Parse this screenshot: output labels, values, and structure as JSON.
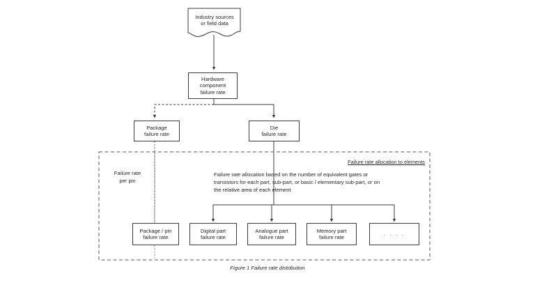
{
  "diagram": {
    "caption": "Figure 1 Failure rate distribution",
    "group_label": "Failure rate allocation to elements",
    "colors": {
      "stroke": "#3b3b3b",
      "text": "#262626",
      "background": "#ffffff",
      "dashed_border": "#555555"
    },
    "nodes": {
      "source": "Industry sources\nor field data",
      "hardware": "Hardware\ncomponent\nfailure rate",
      "package": "Package\nfailure rate",
      "die": "Die\nfailure rate",
      "failure_rate_per_pin": "Failure rate\nper pin",
      "allocation_text": "Failure rate allocation based on the number of equivalent gates or\ntransistors for each part, sub-part, or basic / elementary sub-part, or on\nthe relative area of each element",
      "package_pin": "Package / pin\nfailure rate",
      "digital": "Digital part\nfailure rate",
      "analogue": "Analogue part\nfailure rate",
      "memory": "Memory part\nfailure rate",
      "ellipsis": ". . . ."
    }
  }
}
